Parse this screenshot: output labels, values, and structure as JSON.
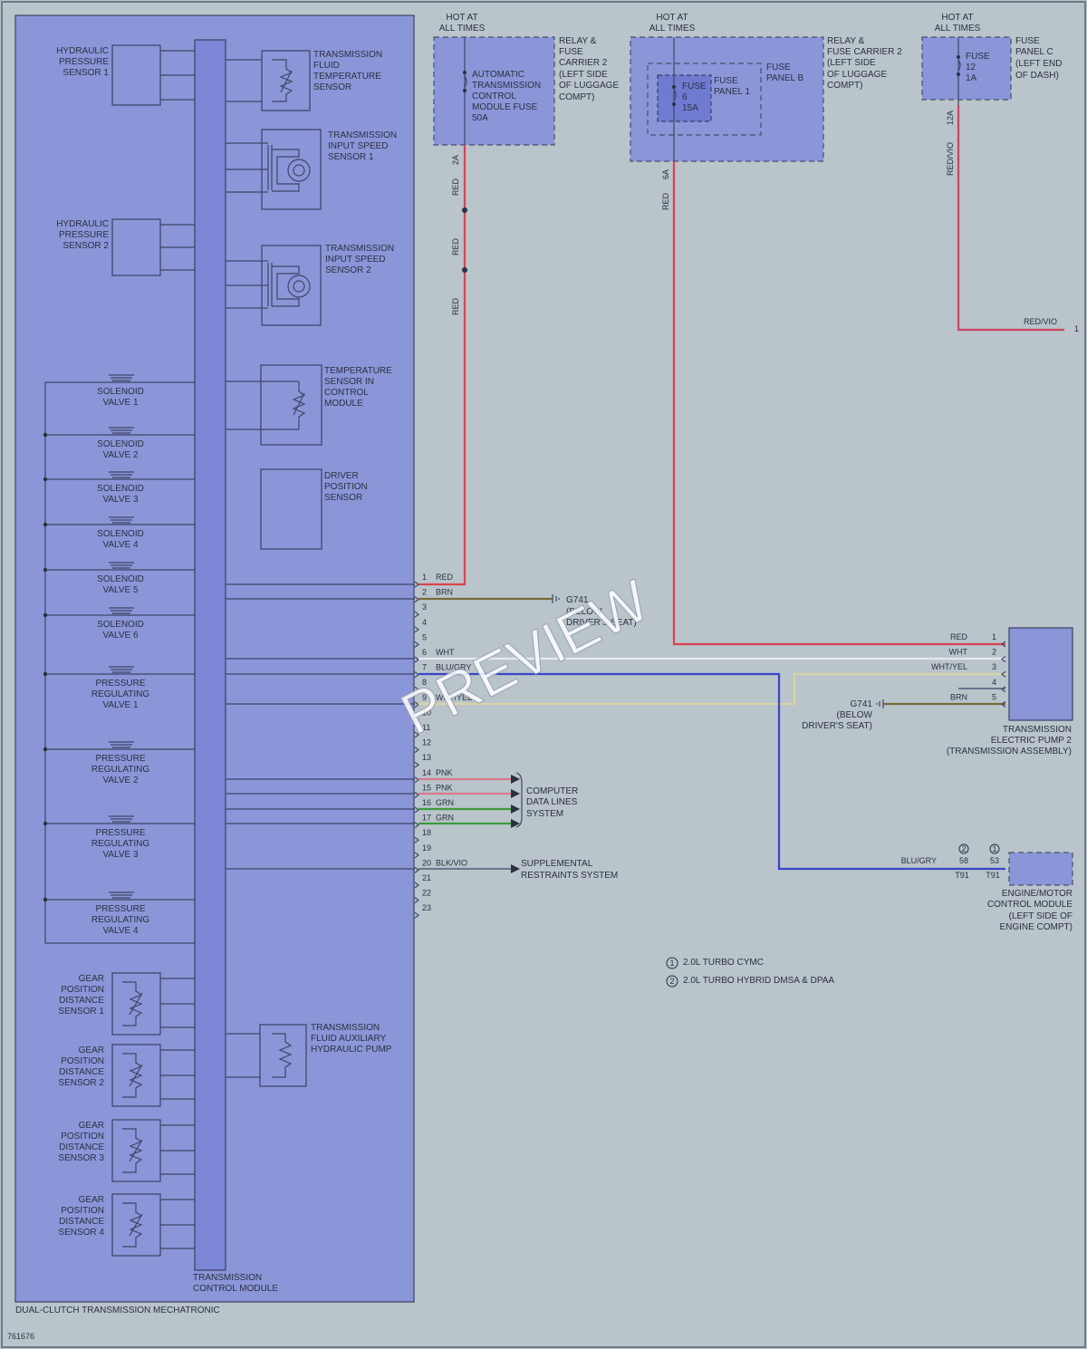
{
  "module": {
    "outer_label": "DUAL-CLUTCH TRANSMISSION MECHATRONIC",
    "tcm_label": [
      "TRANSMISSION",
      "CONTROL MODULE"
    ],
    "sensors_left": [
      {
        "id": "hps1",
        "lines": [
          "HYDRAULIC",
          "PRESSURE",
          "SENSOR 1"
        ]
      },
      {
        "id": "hps2",
        "lines": [
          "HYDRAULIC",
          "PRESSURE",
          "SENSOR 2"
        ]
      }
    ],
    "sensors_right": [
      {
        "id": "tfts",
        "lines": [
          "TRANSMISSION",
          "FLUID",
          "TEMPERATURE",
          "SENSOR"
        ]
      },
      {
        "id": "iss1",
        "lines": [
          "TRANSMISSION",
          "INPUT SPEED",
          "SENSOR 1"
        ]
      },
      {
        "id": "iss2",
        "lines": [
          "TRANSMISSION",
          "INPUT SPEED",
          "SENSOR 2"
        ]
      },
      {
        "id": "tscm",
        "lines": [
          "TEMPERATURE",
          "SENSOR IN",
          "CONTROL",
          "MODULE"
        ]
      },
      {
        "id": "dps",
        "lines": [
          "DRIVER",
          "POSITION",
          "SENSOR"
        ]
      },
      {
        "id": "aux",
        "lines": [
          "TRANSMISSION",
          "FLUID AUXILIARY",
          "HYDRAULIC PUMP"
        ]
      }
    ],
    "valves": [
      {
        "lines": [
          "SOLENOID",
          "VALVE 1"
        ]
      },
      {
        "lines": [
          "SOLENOID",
          "VALVE 2"
        ]
      },
      {
        "lines": [
          "SOLENOID",
          "VALVE 3"
        ]
      },
      {
        "lines": [
          "SOLENOID",
          "VALVE 4"
        ]
      },
      {
        "lines": [
          "SOLENOID",
          "VALVE 5"
        ]
      },
      {
        "lines": [
          "SOLENOID",
          "VALVE 6"
        ]
      },
      {
        "lines": [
          "PRESSURE",
          "REGULATING",
          "VALVE 1"
        ]
      },
      {
        "lines": [
          "PRESSURE",
          "REGULATING",
          "VALVE 2"
        ]
      },
      {
        "lines": [
          "PRESSURE",
          "REGULATING",
          "VALVE 3"
        ]
      },
      {
        "lines": [
          "PRESSURE",
          "REGULATING",
          "VALVE 4"
        ]
      }
    ],
    "gear_sensors": [
      {
        "lines": [
          "GEAR",
          "POSITION",
          "DISTANCE",
          "SENSOR 1"
        ]
      },
      {
        "lines": [
          "GEAR",
          "POSITION",
          "DISTANCE",
          "SENSOR 2"
        ]
      },
      {
        "lines": [
          "GEAR",
          "POSITION",
          "DISTANCE",
          "SENSOR 3"
        ]
      },
      {
        "lines": [
          "GEAR",
          "POSITION",
          "DISTANCE",
          "SENSOR 4"
        ]
      }
    ]
  },
  "connector_pins": [
    "1",
    "2",
    "3",
    "4",
    "5",
    "6",
    "7",
    "8",
    "9",
    "10",
    "11",
    "12",
    "13",
    "14",
    "15",
    "16",
    "17",
    "18",
    "19",
    "20",
    "21",
    "22",
    "23"
  ],
  "pin_wires": {
    "1": "RED",
    "2": "BRN",
    "6": "WHT",
    "7": "BLU/GRY",
    "9": "WHT/YEL",
    "14": "PNK",
    "15": "PNK",
    "16": "GRN",
    "17": "GRN",
    "20": "BLK/VIO"
  },
  "power": {
    "hot_label": [
      "HOT AT",
      "ALL TIMES"
    ],
    "carrier_a": {
      "title": [
        "RELAY &",
        "FUSE",
        "CARRIER 2",
        "(LEFT SIDE",
        "OF LUGGAGE",
        "COMPT)"
      ],
      "fuse": [
        "AUTOMATIC",
        "TRANSMISSION",
        "CONTROL",
        "MODULE FUSE",
        "50A"
      ],
      "amp": "2A",
      "wire": "RED"
    },
    "carrier_b": {
      "title": [
        "RELAY &",
        "FUSE CARRIER 2",
        "(LEFT SIDE",
        "OF LUGGAGE",
        "COMPT)"
      ],
      "panel_b": [
        "FUSE",
        "PANEL B"
      ],
      "panel_1": [
        "FUSE",
        "PANEL 1"
      ],
      "fuse": [
        "FUSE",
        "6",
        "15A"
      ],
      "amp": "6A",
      "wire": "RED"
    },
    "panel_c": {
      "title": [
        "FUSE",
        "PANEL C",
        "(LEFT END",
        "OF DASH)"
      ],
      "fuse": [
        "FUSE",
        "12",
        "1A"
      ],
      "amp": "12A",
      "wire": "RED/VIO",
      "out_pin": "1"
    }
  },
  "ground": {
    "name": "G741",
    "location": [
      "(BELOW",
      "DRIVER'S SEAT)"
    ]
  },
  "destinations": {
    "data_lines": [
      "COMPUTER",
      "DATA LINES",
      "SYSTEM"
    ],
    "srs": [
      "SUPPLEMENTAL",
      "RESTRAINTS SYSTEM"
    ]
  },
  "pump2": {
    "label": [
      "TRANSMISSION",
      "ELECTRIC PUMP 2",
      "(TRANSMISSION ASSEMBLY)"
    ],
    "pins": [
      {
        "pin": "1",
        "wire": "RED"
      },
      {
        "pin": "2",
        "wire": "WHT"
      },
      {
        "pin": "3",
        "wire": "WHT/YEL"
      },
      {
        "pin": "4",
        "wire": ""
      },
      {
        "pin": "5",
        "wire": "BRN"
      }
    ]
  },
  "ecm": {
    "label": [
      "ENGINE/MOTOR",
      "CONTROL MODULE",
      "(LEFT SIDE OF",
      "ENGINE COMPT)"
    ],
    "wire": "BLU/GRY",
    "pins": [
      {
        "variant": "2",
        "pin": "58",
        "conn": "T91"
      },
      {
        "variant": "1",
        "pin": "53",
        "conn": "T91"
      }
    ]
  },
  "legend": [
    {
      "mark": "1",
      "text": "2.0L TURBO CYMC"
    },
    {
      "mark": "2",
      "text": "2.0L TURBO HYBRID DMSA & DPAA"
    }
  ],
  "figure_number": "761676",
  "watermark": "PREVIEW",
  "colors": {
    "red": "#d9434f",
    "brown": "#7a6a3a",
    "blue": "#3a46c8",
    "pink": "#d9798a",
    "green": "#3d9a3d",
    "white": "#e6e9ee",
    "whtyel": "#d9d4a3",
    "redvio": "#cc4462",
    "wire": "#3f4566"
  }
}
